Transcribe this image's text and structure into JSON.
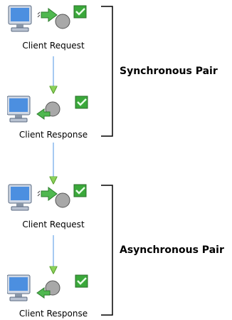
{
  "groups": [
    {
      "label": "Synchronous Pair",
      "steps": [
        {
          "label": "Client Request",
          "icon": "client-request-icon",
          "checked": true
        },
        {
          "label": "Client Response",
          "icon": "client-response-icon",
          "checked": true
        }
      ]
    },
    {
      "label": "Asynchronous Pair",
      "steps": [
        {
          "label": "Client Request",
          "icon": "client-request-icon",
          "checked": true
        },
        {
          "label": "Client Response",
          "icon": "client-response-icon",
          "checked": true
        }
      ]
    }
  ],
  "colors": {
    "connector_arrow": "#6aa6e8",
    "arrow_head": "#8bd15a",
    "bracket": "#000000",
    "checkbox_fill": "#3aa83a",
    "monitor_screen": "#4c8fe0"
  }
}
